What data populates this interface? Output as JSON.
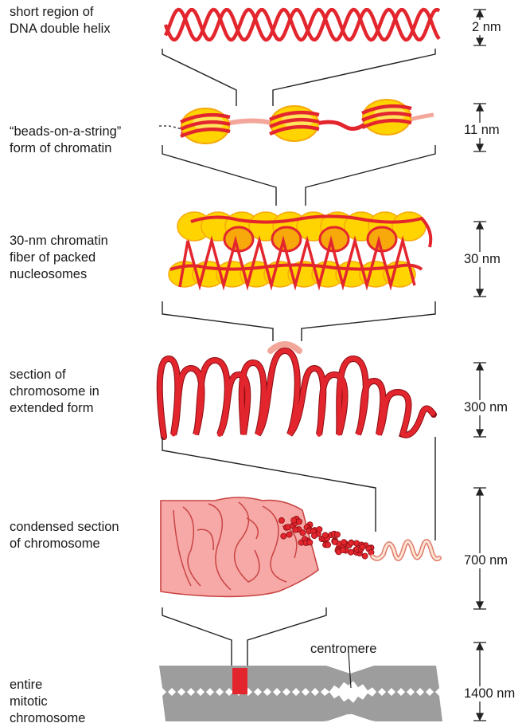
{
  "levels": [
    {
      "label": "short region of\nDNA double helix",
      "scale": "2 nm"
    },
    {
      "label": "“beads-on-a-string”\nform of chromatin",
      "scale": "11 nm"
    },
    {
      "label": "30-nm chromatin\nfiber of packed\nnucleosomes",
      "scale": "30 nm"
    },
    {
      "label": "section of\nchromosome in\nextended form",
      "scale": "300 nm"
    },
    {
      "label": "condensed section\nof chromosome",
      "scale": "700 nm"
    },
    {
      "label": "entire\nmitotic\nchromosome",
      "scale": "1400 nm"
    }
  ],
  "annotations": {
    "centromere": "centromere"
  },
  "colors": {
    "dna_red": "#e3262e",
    "linker_pink": "#f2a79a",
    "nucleosome_yellow": "#ffd400",
    "nucleosome_orange": "#f7a90c",
    "condensed_pink": "#f6a9a6",
    "chromosome_gray": "#9d9d9d",
    "band_red": "#e3262e",
    "line": "#222222"
  },
  "icons": [
    "double-helix",
    "nucleosome",
    "chromatin-fiber",
    "looped-chromosome",
    "condensed-chromosome",
    "mitotic-chromosome"
  ]
}
